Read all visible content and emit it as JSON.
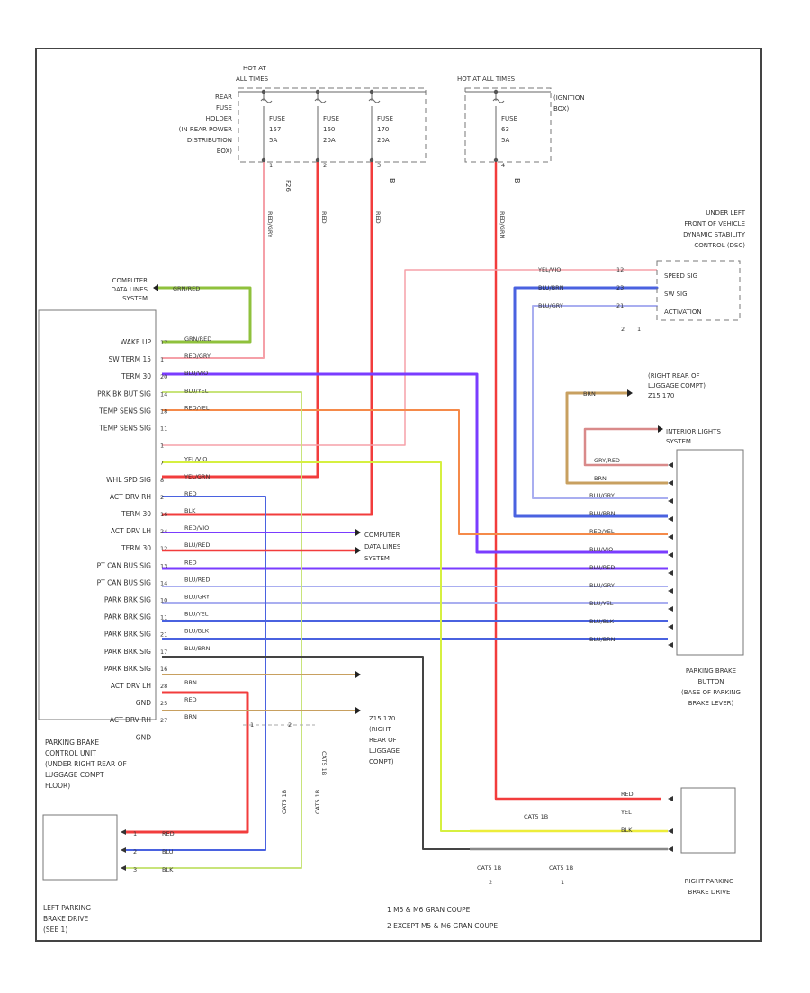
{
  "diagram": {
    "top": {
      "hot_at": "HOT AT",
      "all_times_1": "ALL TIMES",
      "hot_at_all_times": "HOT AT ALL TIMES",
      "rear_fuse_lines": [
        "REAR",
        "FUSE",
        "HOLDER",
        "(IN REAR POWER",
        "DISTRIBUTION",
        "BOX)"
      ],
      "ignition_box_lines": [
        "(IGNITION",
        "BOX)"
      ],
      "fuses": [
        {
          "name": "FUSE",
          "num": "157",
          "amps": "5A",
          "pin": "1",
          "wire": "RED/GRY"
        },
        {
          "name": "FUSE",
          "num": "160",
          "amps": "20A",
          "pin": "2",
          "wire": "RED"
        },
        {
          "name": "FUSE",
          "num": "170",
          "amps": "20A",
          "pin": "3",
          "wire": "RED"
        },
        {
          "name": "FUSE",
          "num": "63",
          "amps": "5A",
          "pin": "4",
          "wire": "RED/GRN"
        }
      ],
      "fuse_side_labels": [
        "F26",
        "",
        "B",
        "B"
      ]
    },
    "dsc": {
      "title_lines": [
        "UNDER LEFT",
        "FRONT OF VEHICLE",
        "DYNAMIC STABILITY",
        "CONTROL (DSC)"
      ],
      "rows": [
        "SPEED SIG",
        "SW SIG",
        "ACTIVATION"
      ],
      "wires": [
        "YEL/VIO",
        "BLU/BRN",
        "BLU/GRY"
      ],
      "pins": [
        "12",
        "23",
        "21"
      ],
      "bottom_pins": [
        "2",
        "1"
      ]
    },
    "computer_data_top": [
      "COMPUTER",
      "DATA LINES",
      "SYSTEM"
    ],
    "computer_data_mid": [
      "COMPUTER",
      "DATA LINES",
      "SYSTEM"
    ],
    "cdl_wire": "GRN/RED",
    "left_module_rows": [
      {
        "label": "WAKE UP",
        "pin": "17",
        "wire": "GRN/RED"
      },
      {
        "label": "SW TERM 15",
        "pin": "1",
        "wire": "RED/GRY"
      },
      {
        "label": "TERM 30",
        "pin": "20",
        "wire": "BLU/VIO"
      },
      {
        "label": "PRK BK BUT SIG",
        "pin": "14",
        "wire": "BLU/YEL"
      },
      {
        "label": "TEMP SENS SIG",
        "pin": "18",
        "wire": "RED/YEL"
      },
      {
        "label": "TEMP SENS SIG",
        "pin": "11",
        "wire": ""
      },
      {
        "label": "",
        "pin": "1",
        "wire": ""
      },
      {
        "label": "",
        "pin": "7",
        "wire": "YEL/VIO"
      },
      {
        "label": "WHL SPD SIG",
        "pin": "8",
        "wire": "YEL/GRN"
      },
      {
        "label": "ACT DRV RH",
        "pin": "2",
        "wire": "RED"
      },
      {
        "label": "TERM 30",
        "pin": "16",
        "wire": "BLK"
      },
      {
        "label": "ACT DRV LH",
        "pin": "24",
        "wire": "RED/VIO"
      },
      {
        "label": "TERM 30",
        "pin": "12",
        "wire": "BLU/RED"
      },
      {
        "label": "PT CAN BUS SIG",
        "pin": "13",
        "wire": "RED"
      },
      {
        "label": "PT CAN BUS SIG",
        "pin": "14",
        "wire": "BLU/RED"
      },
      {
        "label": "PARK BRK SIG",
        "pin": "10",
        "wire": "BLU/GRY"
      },
      {
        "label": "PARK BRK SIG",
        "pin": "11",
        "wire": "BLU/YEL"
      },
      {
        "label": "PARK BRK SIG",
        "pin": "21",
        "wire": "BLU/BLK"
      },
      {
        "label": "PARK BRK SIG",
        "pin": "17",
        "wire": "BLU/BRN"
      },
      {
        "label": "PARK BRK SIG",
        "pin": "16",
        "wire": ""
      },
      {
        "label": "ACT DRV LH",
        "pin": "28",
        "wire": "BRN"
      },
      {
        "label": "GND",
        "pin": "25",
        "wire": "RED"
      },
      {
        "label": "ACT DRV RH",
        "pin": "27",
        "wire": "BRN"
      },
      {
        "label": "GND",
        "pin": "",
        "wire": ""
      }
    ],
    "pbc_label": [
      "PARKING BRAKE",
      "CONTROL UNIT",
      "(UNDER RIGHT REAR OF",
      "LUGGAGE COMPT",
      "FLOOR)"
    ],
    "int_lights": {
      "title_lines": [
        "(RIGHT REAR OF",
        "LUGGAGE COMPT)",
        "Z15 170"
      ],
      "brn_wire": "BRN",
      "system_lines": [
        "INTERIOR LIGHTS",
        "SYSTEM"
      ],
      "wires": [
        "GRY/RED",
        "BRN"
      ]
    },
    "switch_wires": [
      "BLU/GRY",
      "BLU/BRN",
      "RED/YEL",
      "BLU/VIO",
      "BLU/RED",
      "BLU/GRY",
      "BLU/YEL",
      "BLU/BLK",
      "BLU/BRN"
    ],
    "switch_label": [
      "PARKING BRAKE",
      "BUTTON",
      "(BASE OF PARKING",
      "BRAKE LEVER)"
    ],
    "ground_label": [
      "Z15 170",
      "(RIGHT",
      "REAR OF",
      "LUGGAGE",
      "COMPT)"
    ],
    "left_drive": {
      "label": [
        "LEFT PARKING",
        "BRAKE DRIVE",
        "(SEE 1)"
      ],
      "wires": [
        "RED",
        "BLU",
        "BLK"
      ],
      "pins": [
        "1",
        "2",
        "3"
      ]
    },
    "right_drive": {
      "label": [
        "RIGHT PARKING",
        "BRAKE DRIVE"
      ],
      "wires": [
        "RED",
        "YEL",
        "BLK"
      ],
      "cats": [
        "CAT5 1B",
        "CAT5 1B",
        "CAT5 1B"
      ],
      "cat_nums": [
        "2",
        "1"
      ]
    },
    "vertical_tags": [
      "CAT5 1B",
      "CAT5 1B",
      "CAT5 1B"
    ],
    "footnotes": [
      "1  M5 & M6 GRAN COUPE",
      "2  EXCEPT M5 & M6 GRAN COUPE"
    ]
  }
}
